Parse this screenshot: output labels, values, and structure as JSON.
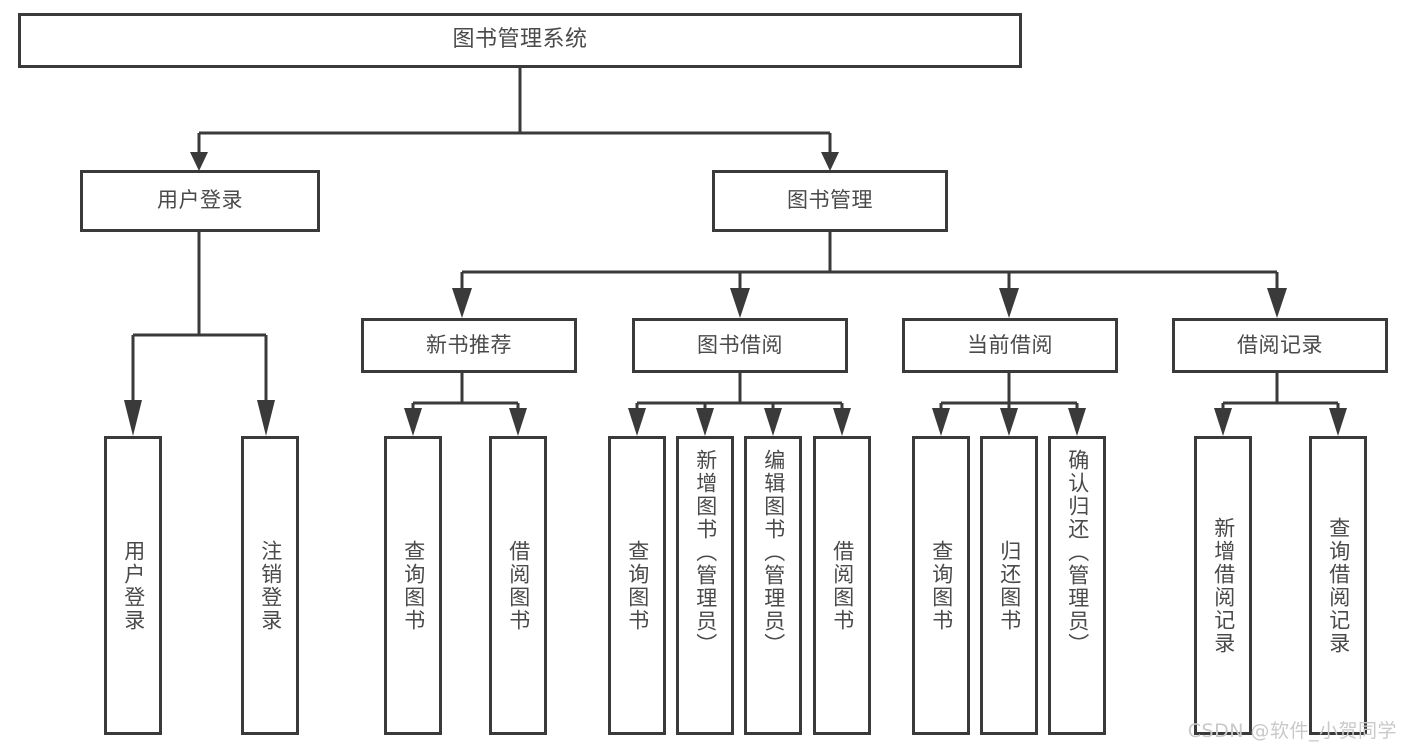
{
  "diagram": {
    "type": "tree",
    "title": "图书管理系统",
    "root": {
      "id": "root",
      "label": "图书管理系统",
      "orientation": "horizontal"
    },
    "level2": [
      {
        "id": "user-login",
        "label": "用户登录",
        "orientation": "horizontal"
      },
      {
        "id": "book-management",
        "label": "图书管理",
        "orientation": "horizontal"
      }
    ],
    "level3": [
      {
        "id": "new-book-recommend",
        "label": "新书推荐",
        "orientation": "horizontal",
        "parent": "book-management"
      },
      {
        "id": "book-borrow",
        "label": "图书借阅",
        "orientation": "horizontal",
        "parent": "book-management"
      },
      {
        "id": "current-borrow",
        "label": "当前借阅",
        "orientation": "horizontal",
        "parent": "book-management"
      },
      {
        "id": "borrow-record",
        "label": "借阅记录",
        "orientation": "horizontal",
        "parent": "book-management"
      }
    ],
    "leaves": [
      {
        "id": "leaf-user-login",
        "label": "用户登录",
        "parent": "user-login",
        "orientation": "vertical"
      },
      {
        "id": "leaf-user-logout",
        "label": "注销登录",
        "parent": "user-login",
        "orientation": "vertical"
      },
      {
        "id": "leaf-query-book-1",
        "label": "查询图书",
        "parent": "new-book-recommend",
        "orientation": "vertical"
      },
      {
        "id": "leaf-borrow-book-1",
        "label": "借阅图书",
        "parent": "new-book-recommend",
        "orientation": "vertical"
      },
      {
        "id": "leaf-query-book-2",
        "label": "查询图书",
        "parent": "book-borrow",
        "orientation": "vertical"
      },
      {
        "id": "leaf-add-book",
        "label": "新增图书（管理员）",
        "parent": "book-borrow",
        "orientation": "vertical"
      },
      {
        "id": "leaf-edit-book",
        "label": "编辑图书（管理员）",
        "parent": "book-borrow",
        "orientation": "vertical"
      },
      {
        "id": "leaf-borrow-book-2",
        "label": "借阅图书",
        "parent": "book-borrow",
        "orientation": "vertical"
      },
      {
        "id": "leaf-query-book-3",
        "label": "查询图书",
        "parent": "current-borrow",
        "orientation": "vertical"
      },
      {
        "id": "leaf-return-book",
        "label": "归还图书",
        "parent": "current-borrow",
        "orientation": "vertical"
      },
      {
        "id": "leaf-confirm-return",
        "label": "确认归还（管理员）",
        "parent": "current-borrow",
        "orientation": "vertical"
      },
      {
        "id": "leaf-add-record",
        "label": "新增借阅记录",
        "parent": "borrow-record",
        "orientation": "vertical"
      },
      {
        "id": "leaf-query-record",
        "label": "查询借阅记录",
        "parent": "borrow-record",
        "orientation": "vertical"
      }
    ],
    "colors": {
      "stroke": "#3a3a3a",
      "fill": "#ffffff",
      "text": "#4a4a4a",
      "watermark": "#c9c9c9"
    }
  },
  "watermark": {
    "text": "CSDN @软件_小贺同学"
  }
}
